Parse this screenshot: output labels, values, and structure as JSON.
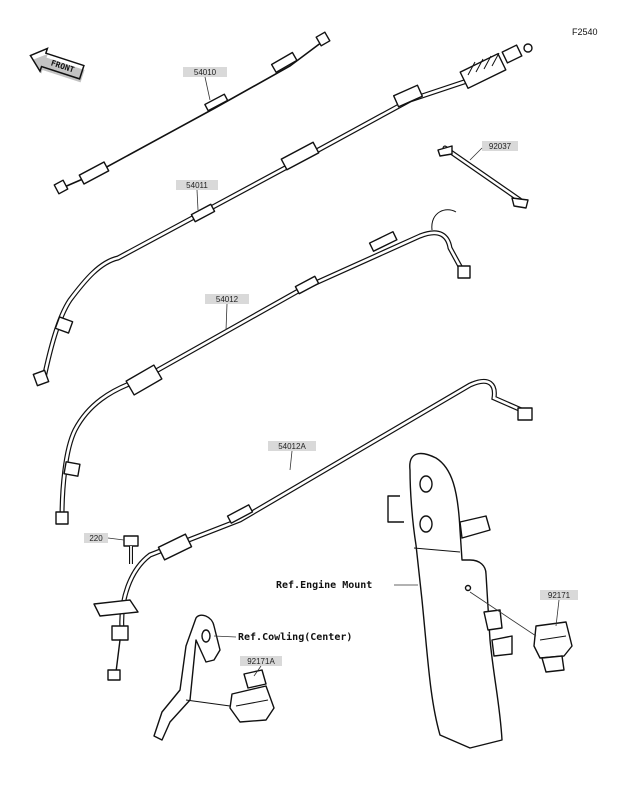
{
  "figure": {
    "code": "F2540"
  },
  "front_badge": {
    "text": "FRONT"
  },
  "parts": [
    {
      "id": "cable-1",
      "label": "54010"
    },
    {
      "id": "cable-2",
      "label": "54011"
    },
    {
      "id": "cable-3",
      "label": "54012"
    },
    {
      "id": "cable-4",
      "label": "54012A"
    },
    {
      "id": "rod",
      "label": "92037"
    },
    {
      "id": "bolt",
      "label": "220"
    },
    {
      "id": "clamp-r",
      "label": "92171"
    },
    {
      "id": "clamp-l",
      "label": "92171A"
    }
  ],
  "references": {
    "engine_mount": "Ref.Engine Mount",
    "cowling": "Ref.Cowling(Center)"
  }
}
